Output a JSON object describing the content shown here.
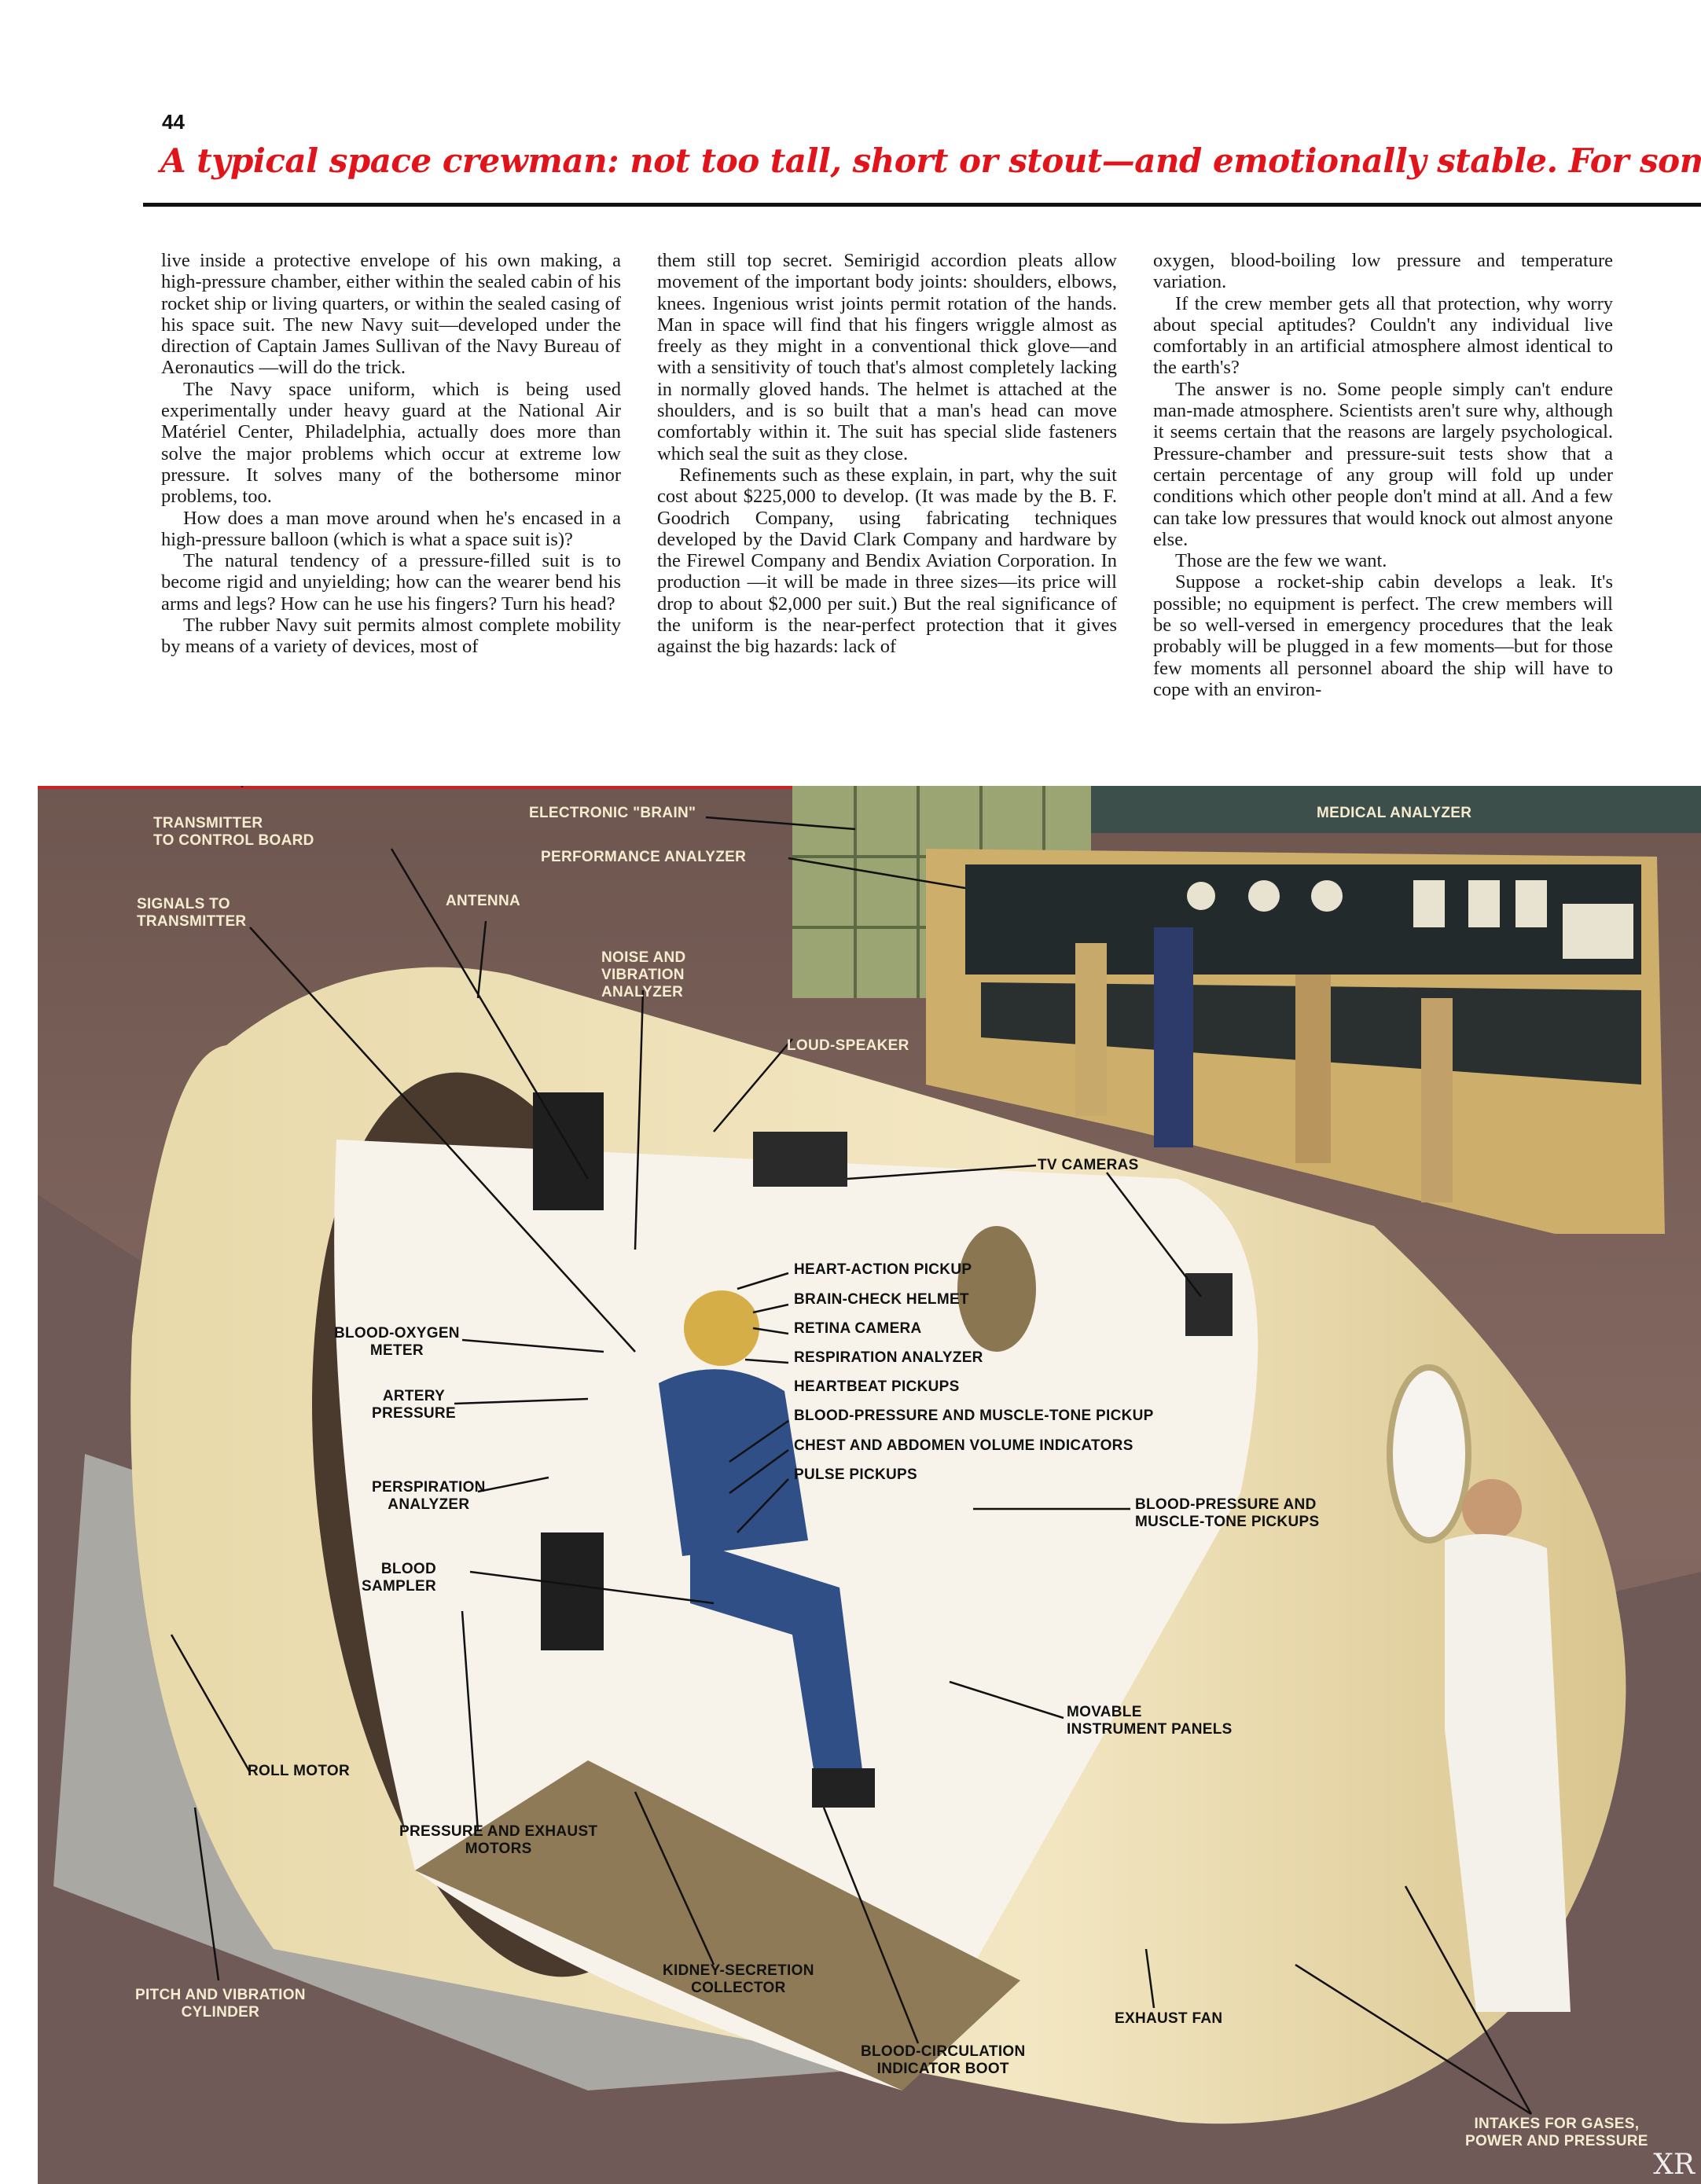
{
  "page_number": "44",
  "headline": "A typical space crewman: not too tall, short or stout—and emotionally stable. For some",
  "columns": [
    [
      "live inside a protective envelope of his own making, a high-pressure chamber, either within the sealed cabin of his rocket ship or living quarters, or within the sealed casing of his space suit. The new Navy suit—developed under the direction of Captain James Sullivan of the Navy Bureau of Aeronautics —will do the trick.",
      "The Navy space uniform, which is being used experimentally under heavy guard at the National Air Matériel Center, Philadelphia, actually does more than solve the major problems which occur at extreme low pressure. It solves many of the bothersome minor problems, too.",
      "How does a man move around when he's encased in a high-pressure balloon (which is what a space suit is)?",
      "The natural tendency of a pressure-filled suit is to become rigid and unyielding; how can the wearer bend his arms and legs? How can he use his fingers? Turn his head?",
      "The rubber Navy suit permits almost complete mobility by means of a variety of devices, most of"
    ],
    [
      "them still top secret. Semirigid accordion pleats allow movement of the important body joints: shoulders, elbows, knees. Ingenious wrist joints permit rotation of the hands. Man in space will find that his fingers wriggle almost as freely as they might in a conventional thick glove—and with a sensitivity of touch that's almost completely lacking in normally gloved hands. The helmet is attached at the shoulders, and is so built that a man's head can move comfortably within it. The suit has special slide fasteners which seal the suit as they close.",
      "Refinements such as these explain, in part, why the suit cost about $225,000 to develop. (It was made by the B. F. Goodrich Company, using fabricating techniques developed by the David Clark Company and hardware by the Firewel Company and Bendix Aviation Corporation. In production —it will be made in three sizes—its price will drop to about $2,000 per suit.) But the real significance of the uniform is the near-perfect protection that it gives against the big hazards: lack of"
    ],
    [
      "oxygen, blood-boiling low pressure and temperature variation.",
      "If the crew member gets all that protection, why worry about special aptitudes? Couldn't any individual live comfortably in an artificial atmosphere almost identical to the earth's?",
      "The answer is no. Some people simply can't endure man-made atmosphere. Scientists aren't sure why, although it seems certain that the reasons are largely psychological. Pressure-chamber and pressure-suit tests show that a certain percentage of any group will fold up under conditions which other people don't mind at all. And a few can take low pressures that would knock out almost anyone else.",
      "Those are the few we want.",
      "Suppose a rocket-ship cabin develops a leak. It's possible; no equipment is perfect. The crew members will be so well-versed in emergency procedures that the leak probably will be plugged in a few moments—but for those few moments all personnel aboard the ship will have to cope with an environ-"
    ]
  ],
  "labels": {
    "transmitter": [
      "TRANSMITTER",
      "TO CONTROL BOARD"
    ],
    "brain": "ELECTRONIC \"BRAIN\"",
    "medical": "MEDICAL ANALYZER",
    "performance": "PERFORMANCE ANALYZER",
    "signals": [
      "SIGNALS TO",
      "TRANSMITTER"
    ],
    "antenna": "ANTENNA",
    "noise": [
      "NOISE AND",
      "VIBRATION",
      "ANALYZER"
    ],
    "loudspeaker": "LOUD-SPEAKER",
    "tv": "TV CAMERAS",
    "heart_action": "HEART-ACTION PICKUP",
    "brain_check": "BRAIN-CHECK HELMET",
    "retina": "RETINA CAMERA",
    "respiration": "RESPIRATION ANALYZER",
    "heartbeat": "HEARTBEAT PICKUPS",
    "bp_pickup": "BLOOD-PRESSURE AND MUSCLE-TONE PICKUP",
    "chest": "CHEST AND ABDOMEN VOLUME INDICATORS",
    "pulse": "PULSE PICKUPS",
    "blood_oxygen": [
      "BLOOD-OXYGEN",
      "METER"
    ],
    "artery": [
      "ARTERY",
      "PRESSURE"
    ],
    "perspiration": [
      "PERSPIRATION",
      "ANALYZER"
    ],
    "sampler": [
      "BLOOD",
      "SAMPLER"
    ],
    "bp_pickups": [
      "BLOOD-PRESSURE AND",
      "MUSCLE-TONE PICKUPS"
    ],
    "movable": [
      "MOVABLE",
      "INSTRUMENT PANELS"
    ],
    "roll": "ROLL MOTOR",
    "pressure_motors": [
      "PRESSURE AND EXHAUST",
      "MOTORS"
    ],
    "pitch": [
      "PITCH AND VIBRATION",
      "CYLINDER"
    ],
    "kidney": [
      "KIDNEY-SECRETION",
      "COLLECTOR"
    ],
    "exhaust_fan": "EXHAUST FAN",
    "boot": [
      "BLOOD-CIRCULATION",
      "INDICATOR BOOT"
    ],
    "intakes": [
      "INTAKES FOR GASES,",
      "POWER AND PRESSURE"
    ]
  },
  "watermark": "XR",
  "colors": {
    "headline": "#e0141a",
    "background": "#7d6258",
    "chamber": "#efe2b8"
  }
}
